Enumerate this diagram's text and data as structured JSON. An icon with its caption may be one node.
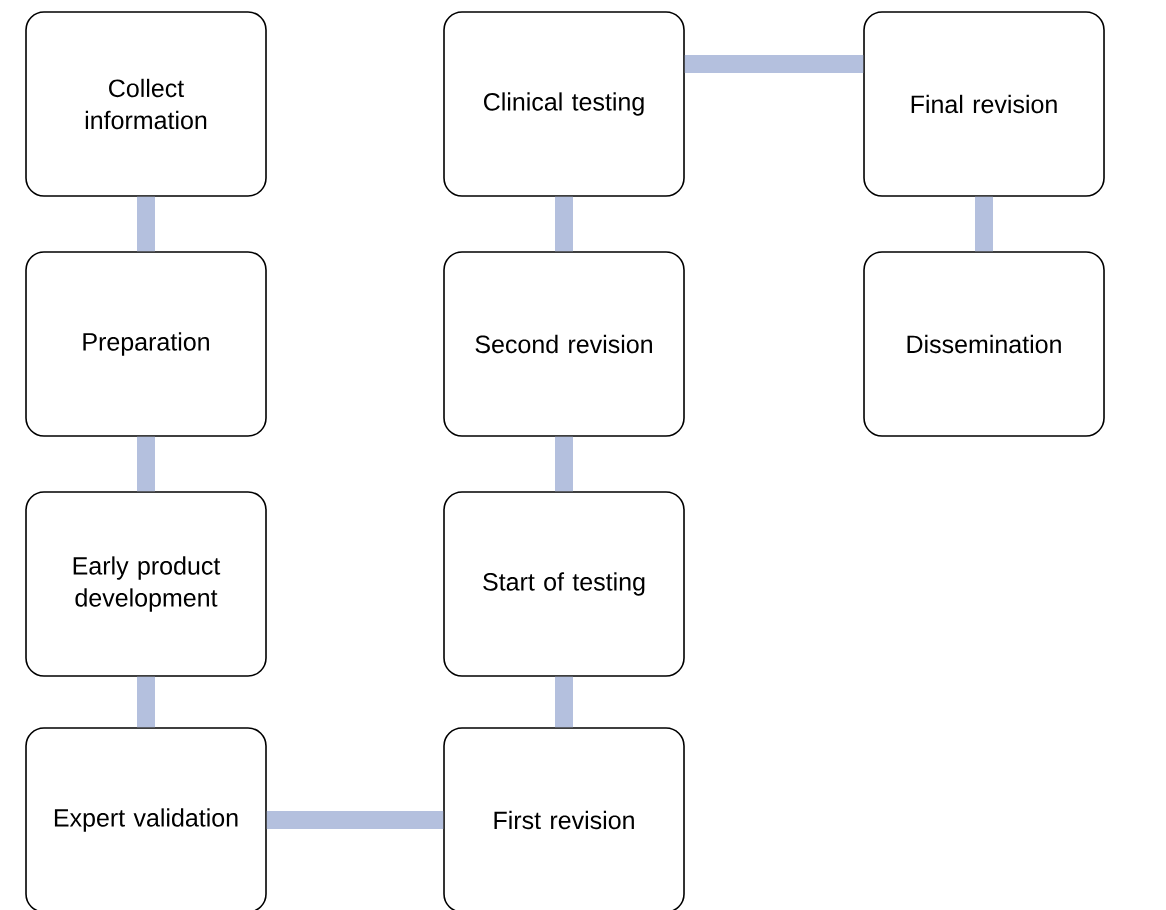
{
  "diagram": {
    "nodes": [
      {
        "text": [
          "Collect information"
        ]
      },
      {
        "text": [
          "Preparation"
        ]
      },
      {
        "text": [
          "Early product development"
        ]
      },
      {
        "text": [
          "Expert validation"
        ]
      },
      {
        "text": [
          "First revision"
        ]
      },
      {
        "text": [
          "Start of testing"
        ]
      },
      {
        "text": [
          "Second revision"
        ]
      },
      {
        "text": [
          "Clinical testing"
        ]
      },
      {
        "text": [
          "Final revision"
        ]
      },
      {
        "text": [
          "Dissemination"
        ]
      }
    ],
    "edges": [
      {
        "from": 0,
        "to": 1,
        "arrow": "none"
      },
      {
        "from": 1,
        "to": 2,
        "arrow": "none"
      },
      {
        "from": 2,
        "to": 3,
        "arrow": "none"
      },
      {
        "from": 3,
        "to": 4,
        "arrow": "none"
      },
      {
        "from": 4,
        "to": 5,
        "arrow": "none"
      },
      {
        "from": 5,
        "to": 6,
        "arrow": "none"
      },
      {
        "from": 6,
        "to": 7,
        "arrow": "none"
      },
      {
        "from": 7,
        "to": 8,
        "arrow": "none"
      },
      {
        "from": 8,
        "to": 9,
        "arrow": "none"
      }
    ]
  }
}
